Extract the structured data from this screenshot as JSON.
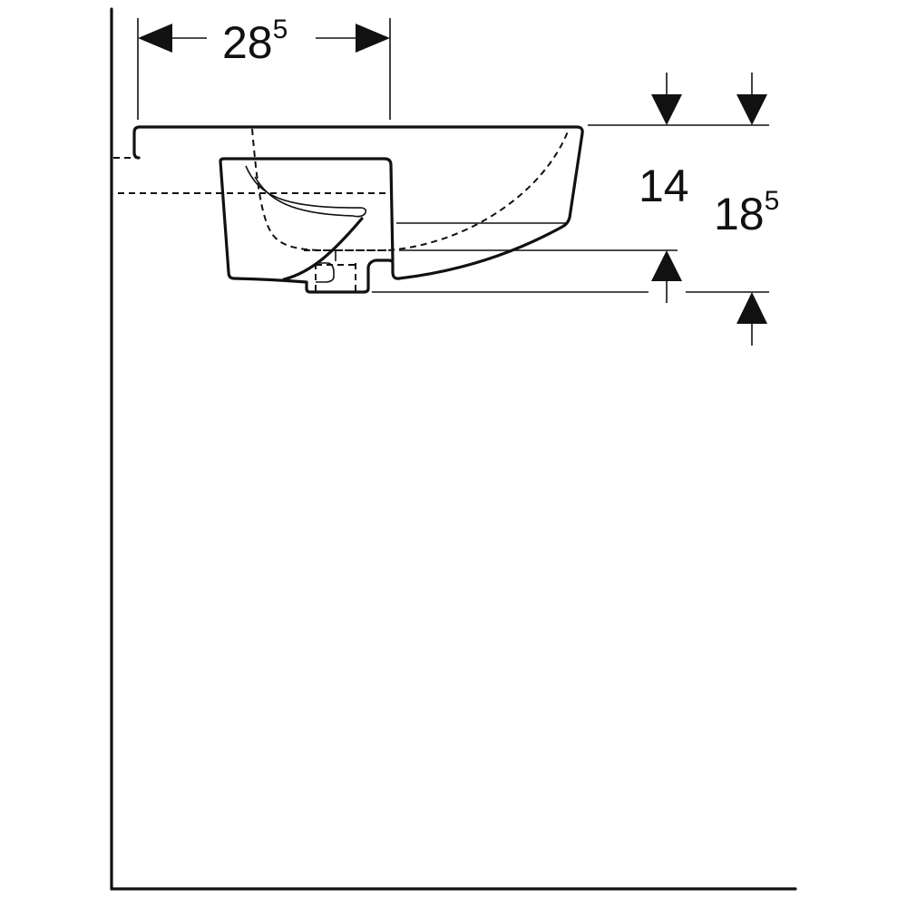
{
  "dimensions": {
    "width_label": {
      "main": "28",
      "sup": "5"
    },
    "height_inner_label": {
      "main": "14"
    },
    "height_total_label": {
      "main": "18",
      "sup": "5"
    }
  },
  "colors": {
    "line": "#111111",
    "background": "#ffffff"
  }
}
